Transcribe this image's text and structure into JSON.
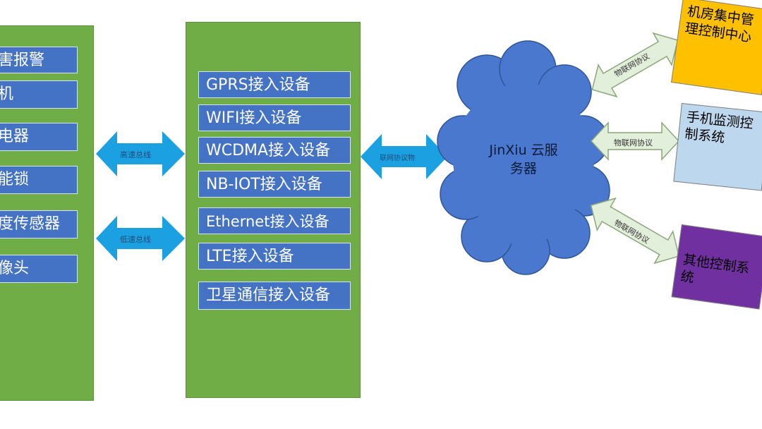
{
  "left_panel": {
    "items": [
      "害报警",
      "机",
      "电器",
      "能锁",
      "度传感器",
      "像头"
    ]
  },
  "bus_arrows": {
    "top_label": "高速总线",
    "bottom_label": "低速总线"
  },
  "mid_panel": {
    "items": [
      "GPRS接入设备",
      "WIFI接入设备",
      "WCDMA接入设备",
      "NB-IOT接入设备",
      "Ethernet接入设备",
      "LTE接入设备",
      "卫星通信接入设备"
    ]
  },
  "cloud_link": {
    "label": "联网协议物"
  },
  "cloud": {
    "line1": "JinXiu 云服",
    "line2": "务器"
  },
  "targets": [
    {
      "text": "机房集中管理控制中心",
      "protocol": "物联网协议",
      "color": "#ffc000"
    },
    {
      "text": "手机监测控制系统",
      "protocol": "物联网协议",
      "color": "#bdd7ee"
    },
    {
      "text": "其他控制系统",
      "protocol": "物联网协议",
      "color": "#7030a0"
    }
  ],
  "colors": {
    "panel_green": "#70ad47",
    "box_blue": "#4472c4",
    "arrow_blue": "#1ba1e2",
    "cloud_blue": "#4a78cf",
    "proto_arrow_fill": "#e2efda"
  }
}
